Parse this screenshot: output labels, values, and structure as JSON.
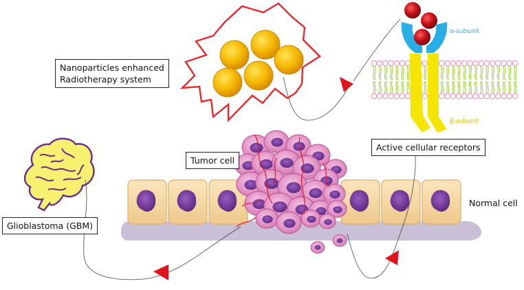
{
  "labels": {
    "nanoparticles_line1": "Nanoparticles enhanced",
    "nanoparticles_line2": "Radiotherapy system",
    "tumor_cell": "Tumor cell",
    "glioblastoma": "Glioblastoma (GBM)",
    "active_receptors": "Active cellular receptors",
    "normal_cell": "Normal cell",
    "alpha_subunit": "α-subunit",
    "beta_subunit": "β-subunit"
  },
  "colors": {
    "starburst": "#e8282c",
    "nanoparticle": "#f6b800",
    "ligand": "#b80d14",
    "alpha_subunit": "#29aee5",
    "beta_subunit": "#f4e600",
    "membrane_head": "#f3a0c8",
    "membrane_tail": "#9ccd3c",
    "brain_fill": "#f8f070",
    "brain_outline": "#6b2d86",
    "normal_cell": "#f7dca8",
    "nucleus": "#7a3c9c",
    "tumor_cell": "#e99acd",
    "basement": "#c9bfd6",
    "vessel": "#d8182c",
    "arrow": "#e0141c"
  },
  "icons": [
    "starburst-icon",
    "nanoparticle-icon",
    "receptor-icon",
    "brain-icon",
    "tissue-icon",
    "tumor-icon"
  ]
}
